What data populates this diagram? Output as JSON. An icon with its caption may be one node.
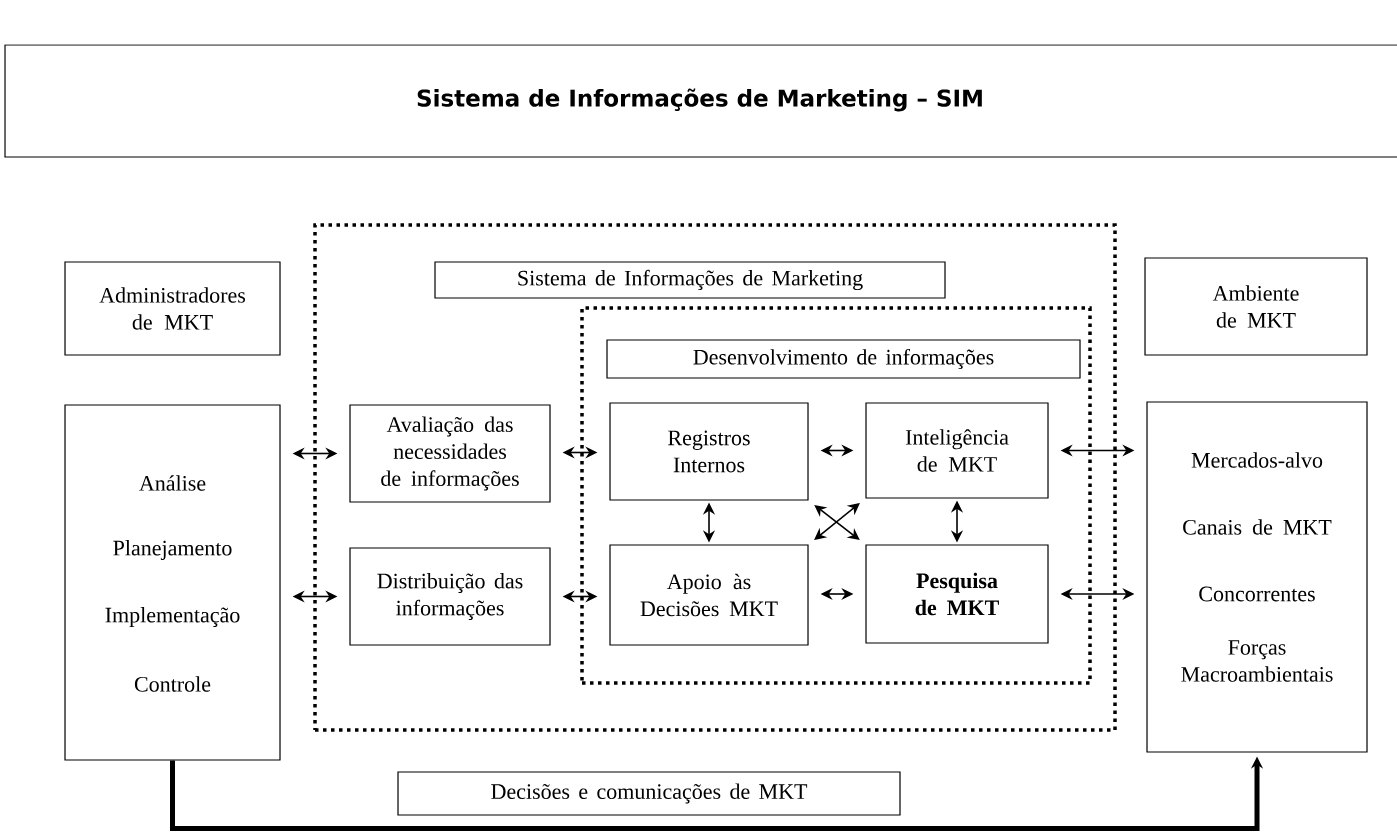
{
  "diagram": {
    "title": "Sistema de Informações de Marketing – SIM",
    "nodes": [
      {
        "text": [
          "Sistema de Informações de Marketing"
        ]
      },
      {
        "text": [
          "Desenvolvimento de informações"
        ],
        "in": 0
      },
      {
        "text": [
          "Administradores de MKT"
        ]
      },
      {
        "text": [
          "Análise",
          "Planejamento",
          "Implementação",
          "Controle"
        ]
      },
      {
        "text": [
          "Avaliação das necessidades de informações"
        ],
        "in": 0
      },
      {
        "text": [
          "Distribuição das informações"
        ],
        "in": 0
      },
      {
        "text": [
          "Registros Internos"
        ],
        "in": 1
      },
      {
        "text": [
          "Inteligência de MKT"
        ],
        "in": 1
      },
      {
        "text": [
          "Apoio às Decisões MKT"
        ],
        "in": 1
      },
      {
        "text": [
          "Pesquisa de MKT"
        ],
        "in": 1
      },
      {
        "text": [
          "Ambiente de MKT"
        ]
      },
      {
        "text": [
          "Mercados-alvo",
          "Canais de MKT",
          "Concorrentes",
          "Forças Macroambientais"
        ]
      }
    ],
    "edges": [
      {
        "from": 3,
        "to": 4,
        "arrow": "both"
      },
      {
        "from": 3,
        "to": 5,
        "arrow": "both"
      },
      {
        "from": 4,
        "to": 6,
        "arrow": "both"
      },
      {
        "from": 5,
        "to": 8,
        "arrow": "both"
      },
      {
        "from": 6,
        "to": 7,
        "arrow": "both"
      },
      {
        "from": 6,
        "to": 8,
        "arrow": "both"
      },
      {
        "from": 7,
        "to": 9,
        "arrow": "both"
      },
      {
        "from": 8,
        "to": 9,
        "arrow": "both"
      },
      {
        "from": 6,
        "to": 9,
        "arrow": "both"
      },
      {
        "from": 7,
        "to": 8,
        "arrow": "both"
      },
      {
        "from": 7,
        "to": 11,
        "arrow": "both"
      },
      {
        "from": 9,
        "to": 11,
        "arrow": "both"
      },
      {
        "from": 3,
        "to": 11,
        "arrow": "to",
        "style": "thick",
        "label": "Decisões e comunicações de MKT"
      }
    ]
  }
}
